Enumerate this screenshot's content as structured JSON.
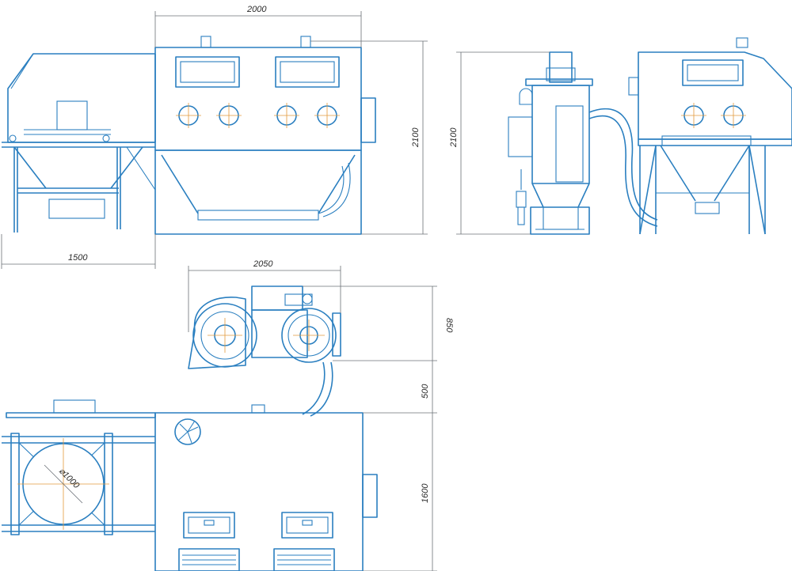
{
  "drawing": {
    "dimensions": {
      "front_width": "2000",
      "front_height": "2100",
      "side_height": "2100",
      "hopper_width": "1500",
      "dust_collector_width": "2050",
      "dust_collector_depth": "850",
      "gap": "500",
      "cabinet_depth": "1600",
      "turntable_diameter": "⌀1000"
    },
    "colors": {
      "line": "#2a7fc0",
      "dimension": "#6b7077",
      "centerline": "#e39a3b"
    }
  }
}
